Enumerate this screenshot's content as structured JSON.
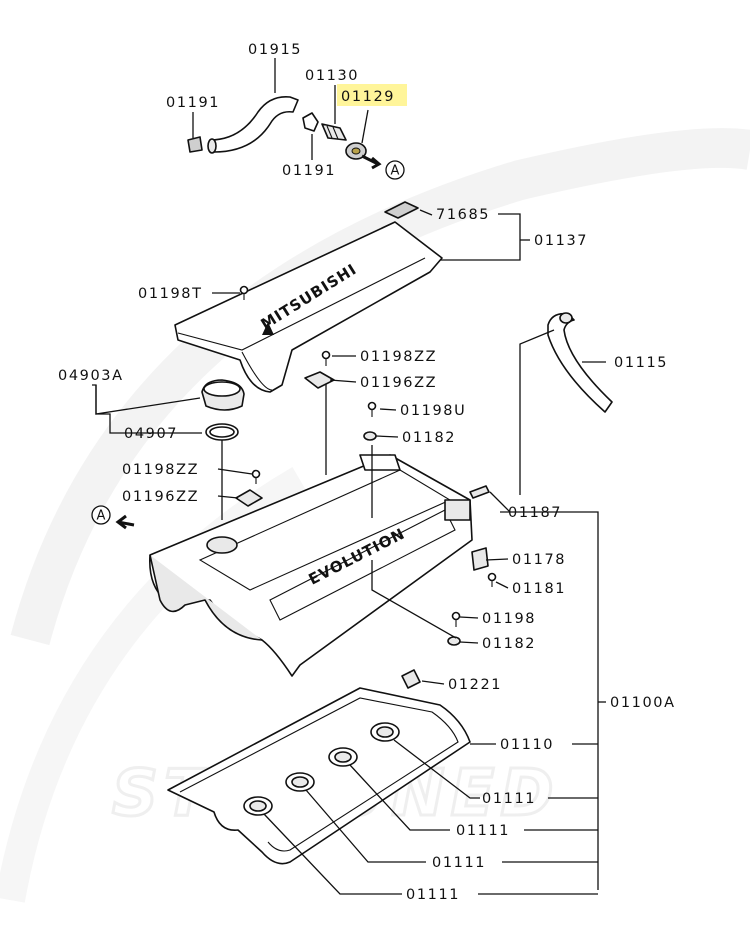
{
  "diagram": {
    "brand_text": "MITSUBISHI",
    "model_text": "EVOLUTION",
    "watermark_text": "STMTUNED",
    "highlight_color": "#fff59a",
    "callouts": [
      {
        "id": "callout-a-top",
        "letter": "A"
      },
      {
        "id": "callout-a-left",
        "letter": "A"
      }
    ],
    "labels": [
      {
        "id": "01915",
        "text": "01915"
      },
      {
        "id": "01130",
        "text": "01130"
      },
      {
        "id": "01129",
        "text": "01129",
        "highlighted": true
      },
      {
        "id": "01191-left",
        "text": "01191"
      },
      {
        "id": "01191-bottom",
        "text": "01191"
      },
      {
        "id": "71685",
        "text": "71685"
      },
      {
        "id": "01137",
        "text": "01137"
      },
      {
        "id": "01198T",
        "text": "01198T"
      },
      {
        "id": "01198ZZ-top",
        "text": "01198ZZ"
      },
      {
        "id": "01196ZZ-top",
        "text": "01196ZZ"
      },
      {
        "id": "01115",
        "text": "01115"
      },
      {
        "id": "04903A",
        "text": "04903A"
      },
      {
        "id": "01198U",
        "text": "01198U"
      },
      {
        "id": "04907",
        "text": "04907"
      },
      {
        "id": "01182-top",
        "text": "01182"
      },
      {
        "id": "01198ZZ-left",
        "text": "01198ZZ"
      },
      {
        "id": "01196ZZ-left",
        "text": "01196ZZ"
      },
      {
        "id": "01187",
        "text": "01187"
      },
      {
        "id": "01178",
        "text": "01178"
      },
      {
        "id": "01181",
        "text": "01181"
      },
      {
        "id": "01198",
        "text": "01198"
      },
      {
        "id": "01182-bottom",
        "text": "01182"
      },
      {
        "id": "01221",
        "text": "01221"
      },
      {
        "id": "01100A",
        "text": "01100A"
      },
      {
        "id": "01110",
        "text": "01110"
      },
      {
        "id": "01111-a",
        "text": "01111"
      },
      {
        "id": "01111-b",
        "text": "01111"
      },
      {
        "id": "01111-c",
        "text": "01111"
      },
      {
        "id": "01111-d",
        "text": "01111"
      }
    ]
  }
}
